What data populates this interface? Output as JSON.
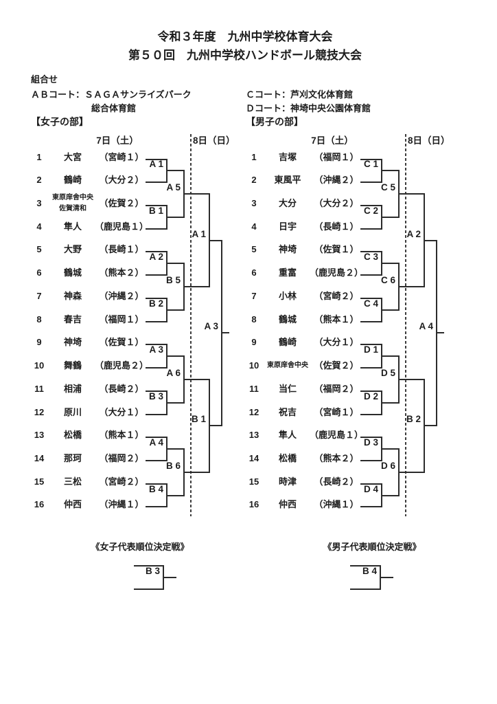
{
  "page": {
    "title_line1": "令和３年度　九州中学校体育大会",
    "title_line2": "第５０回　九州中学校ハンドボール競技大会",
    "kumiawase_label": "組合せ",
    "court_ab_line1": "ＡＢコート：ＳＡＧＡサンライズパーク",
    "court_ab_line2": "総合体育館",
    "court_c": "Ｃコート：芦刈文化体育館",
    "court_d": "Ｄコート：神埼中央公園体育館"
  },
  "brackets": [
    {
      "id": "women",
      "section_label": "【女子の部】",
      "day1_header": "7日（土）",
      "day2_header": "8日（日）",
      "teams": [
        {
          "no": "1",
          "name": "大宮",
          "seed": "（宮崎１）"
        },
        {
          "no": "2",
          "name": "鶴崎",
          "seed": "（大分２）"
        },
        {
          "no": "3",
          "name": "東原庠舎中央",
          "name2": "佐賀清和",
          "seed": "（佐賀２）"
        },
        {
          "no": "4",
          "name": "隼人",
          "seed": "（鹿児島１）"
        },
        {
          "no": "5",
          "name": "大野",
          "seed": "（長崎１）"
        },
        {
          "no": "6",
          "name": "鶴城",
          "seed": "（熊本２）"
        },
        {
          "no": "7",
          "name": "神森",
          "seed": "（沖縄２）"
        },
        {
          "no": "8",
          "name": "春吉",
          "seed": "（福岡１）"
        },
        {
          "no": "9",
          "name": "神埼",
          "seed": "（佐賀１）"
        },
        {
          "no": "10",
          "name": "舞鶴",
          "seed": "（鹿児島２）"
        },
        {
          "no": "11",
          "name": "相浦",
          "seed": "（長崎２）"
        },
        {
          "no": "12",
          "name": "原川",
          "seed": "（大分１）"
        },
        {
          "no": "13",
          "name": "松橋",
          "seed": "（熊本１）"
        },
        {
          "no": "14",
          "name": "那珂",
          "seed": "（福岡２）"
        },
        {
          "no": "15",
          "name": "三松",
          "seed": "（宮崎２）"
        },
        {
          "no": "16",
          "name": "仲西",
          "seed": "（沖縄１）"
        }
      ],
      "round1_labels": [
        "A 1",
        "B 1",
        "A 2",
        "B 2",
        "A 3",
        "B 3",
        "A 4",
        "B 4"
      ],
      "round2_labels": [
        "A 5",
        "B 5",
        "A 6",
        "B 6"
      ],
      "semi_labels": [
        "A 1",
        "B 1"
      ],
      "final_label": "A 3",
      "playoff_title": "《女子代表順位決定戦》",
      "playoff_label": "B 3"
    },
    {
      "id": "men",
      "section_label": "【男子の部】",
      "day1_header": "7日（土）",
      "day2_header": "8日（日）",
      "teams": [
        {
          "no": "1",
          "name": "吉塚",
          "seed": "（福岡１）"
        },
        {
          "no": "2",
          "name": "東風平",
          "seed": "（沖縄２）"
        },
        {
          "no": "3",
          "name": "大分",
          "seed": "（大分２）"
        },
        {
          "no": "4",
          "name": "日宇",
          "seed": "（長崎１）"
        },
        {
          "no": "5",
          "name": "神埼",
          "seed": "（佐賀１）"
        },
        {
          "no": "6",
          "name": "重富",
          "seed": "（鹿児島２）"
        },
        {
          "no": "7",
          "name": "小林",
          "seed": "（宮崎２）"
        },
        {
          "no": "8",
          "name": "鶴城",
          "seed": "（熊本１）"
        },
        {
          "no": "9",
          "name": "鶴崎",
          "seed": "（大分１）"
        },
        {
          "no": "10",
          "name": "東原庠舎中央",
          "small": true,
          "seed": "（佐賀２）"
        },
        {
          "no": "11",
          "name": "当仁",
          "seed": "（福岡２）"
        },
        {
          "no": "12",
          "name": "祝吉",
          "seed": "（宮崎１）"
        },
        {
          "no": "13",
          "name": "隼人",
          "seed": "（鹿児島１）"
        },
        {
          "no": "14",
          "name": "松橋",
          "seed": "（熊本２）"
        },
        {
          "no": "15",
          "name": "時津",
          "seed": "（長崎２）"
        },
        {
          "no": "16",
          "name": "仲西",
          "seed": "（沖縄１）"
        }
      ],
      "round1_labels": [
        "C 1",
        "C 2",
        "C 3",
        "C 4",
        "D 1",
        "D 2",
        "D 3",
        "D 4"
      ],
      "round2_labels": [
        "C 5",
        "C 6",
        "D 5",
        "D 6"
      ],
      "semi_labels": [
        "A 2",
        "B 2"
      ],
      "final_label": "A 4",
      "playoff_title": "《男子代表順位決定戦》",
      "playoff_label": "B 4"
    }
  ],
  "colors": {
    "line": "#2b2b2b",
    "text": "#1c1c1c",
    "background": "#ffffff"
  }
}
